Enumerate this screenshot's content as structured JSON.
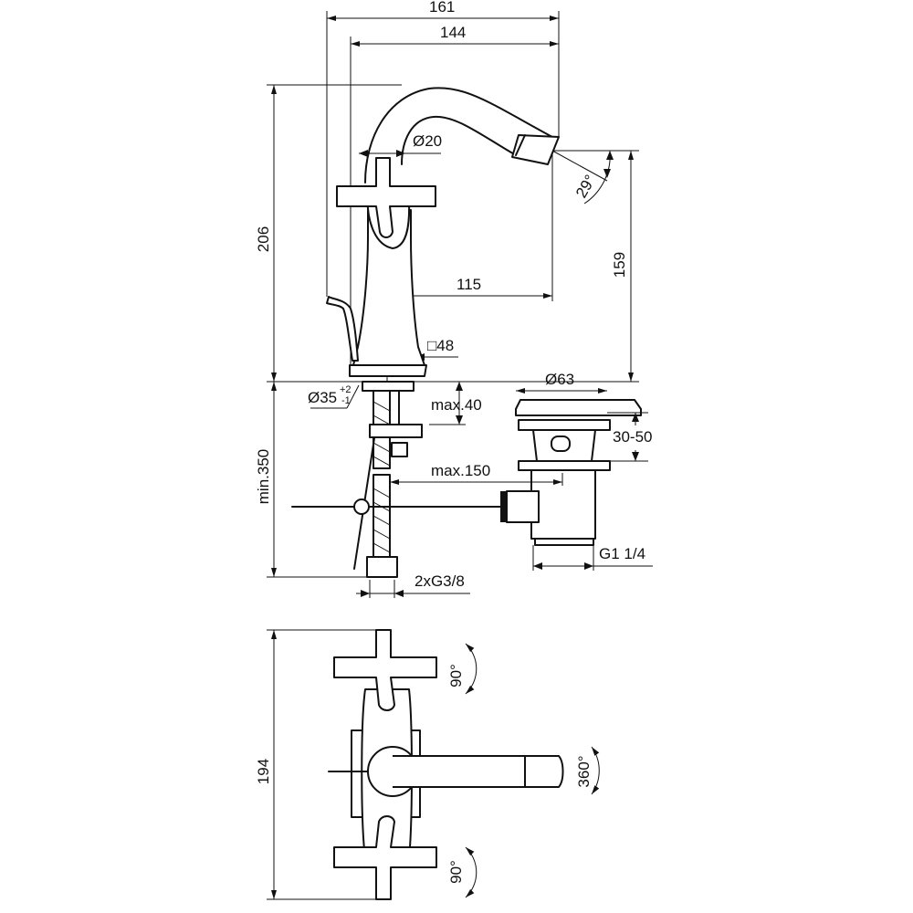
{
  "drawing": {
    "side_view": {
      "overall_width": "161",
      "spout_reach_from_edge": "144",
      "spout_diameter": "Ø20",
      "spout_angle": "29°",
      "overall_height": "206",
      "spout_height": "159",
      "spout_reach": "115",
      "base_square": "□48",
      "hole_diameter": "Ø35",
      "hole_tol_plus": "+2",
      "hole_tol_minus": "-1"
    },
    "installation": {
      "max_deck_thickness": "max.40",
      "waste_diameter": "Ø63",
      "waste_range": "30-50",
      "min_clearance": "min.350",
      "max_rod_distance": "max.150",
      "waste_thread": "G1 1/4",
      "supply_connections": "2xG3/8"
    },
    "top_view": {
      "overall_depth": "194",
      "handle_rotation_top": "90°",
      "spout_rotation": "360°",
      "handle_rotation_bottom": "90°"
    }
  }
}
